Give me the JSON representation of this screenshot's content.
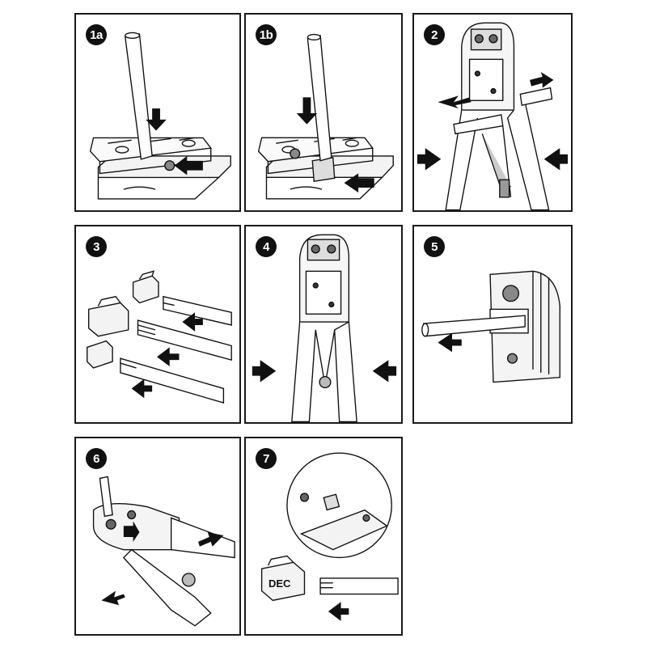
{
  "steps": [
    {
      "label": "1a"
    },
    {
      "label": "1b"
    },
    {
      "label": "2"
    },
    {
      "label": "3"
    },
    {
      "label": "4"
    },
    {
      "label": "5"
    },
    {
      "label": "6"
    },
    {
      "label": "7"
    }
  ],
  "plug_marking": "DEC"
}
